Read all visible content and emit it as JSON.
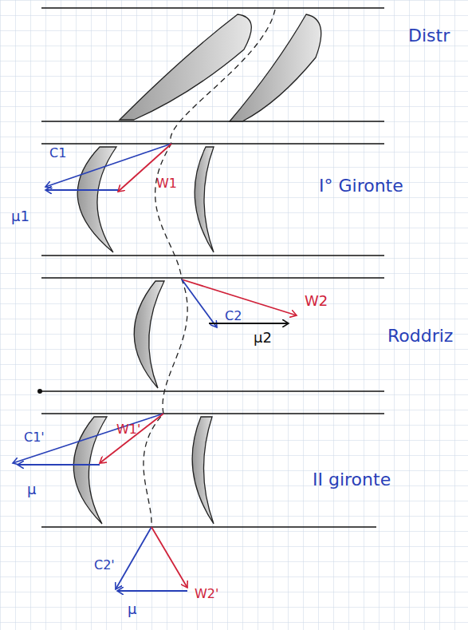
{
  "diagram": {
    "labels": [
      "Distr",
      "C1",
      "W1",
      "μ1",
      "I° Gironte",
      "W2",
      "C2",
      "μ2",
      "Roddriz",
      "C1'",
      "W1'",
      "μ",
      "II gironte",
      "C2'",
      "W2'",
      "μ"
    ]
  }
}
